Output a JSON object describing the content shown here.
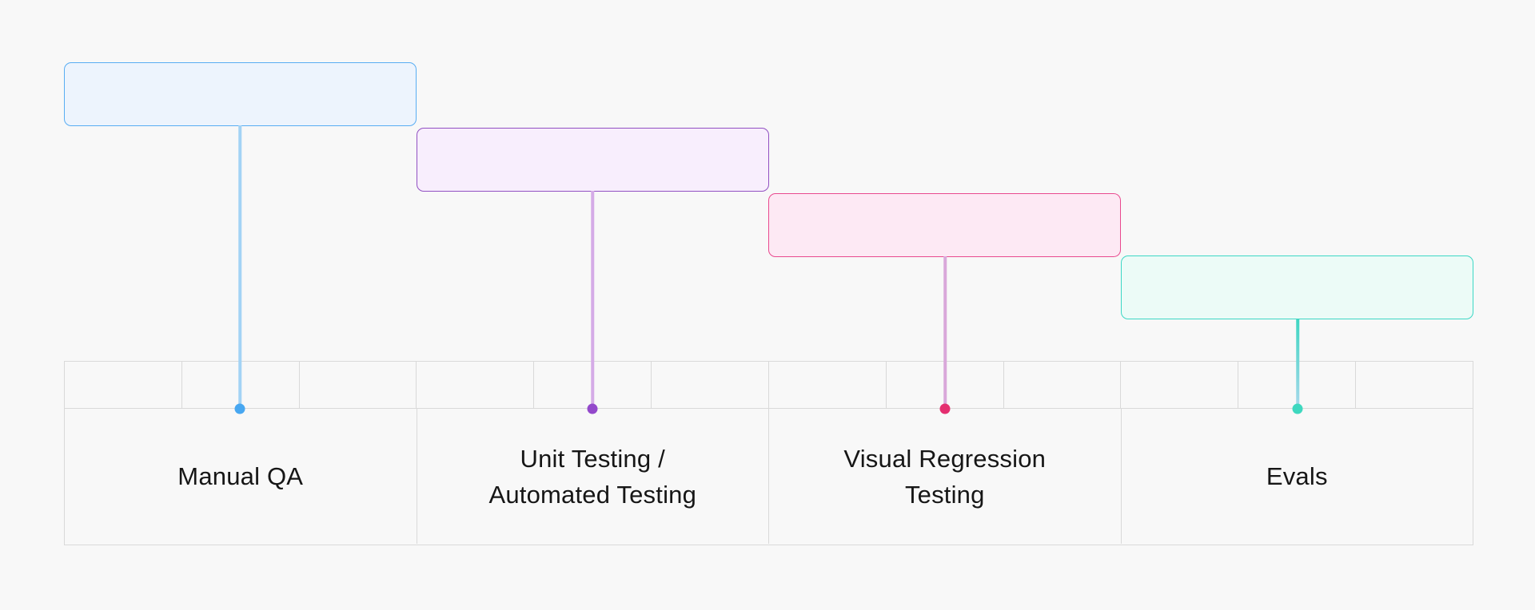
{
  "canvas": {
    "background": "#f8f8f8",
    "grid_border_color": "#d9d9d9",
    "text_color": "#161616"
  },
  "diagram": {
    "timeline": {
      "columns": 4,
      "ticks_per_column": 3,
      "total_subcells": 12
    },
    "stages": [
      {
        "id": "manual-qa",
        "label": "Manual QA",
        "box_fill": "#edf4fd",
        "box_border": "#58adf3",
        "connector_color": "#a3d3f5",
        "connector_color_end": "#a3d3f5",
        "dot_color": "#47a7f1"
      },
      {
        "id": "unit-automated-testing",
        "label": "Unit Testing /\nAutomated Testing",
        "box_fill": "#f8eefd",
        "box_border": "#9150c2",
        "connector_color": "#d5abe7",
        "connector_color_end": "#d5abe7",
        "dot_color": "#9348cb"
      },
      {
        "id": "visual-regression-testing",
        "label": "Visual Regression\nTesting",
        "box_fill": "#fde9f4",
        "box_border": "#e9498f",
        "connector_color": "#d9a8da",
        "connector_color_end": "#d9a8da",
        "dot_color": "#e42e70"
      },
      {
        "id": "evals",
        "label": "Evals",
        "box_fill": "#ecfbf7",
        "box_border": "#3cd7c5",
        "connector_color": "#3ed6c2",
        "connector_color_end": "#a8d8ec",
        "dot_color": "#3ed8bf"
      }
    ]
  }
}
